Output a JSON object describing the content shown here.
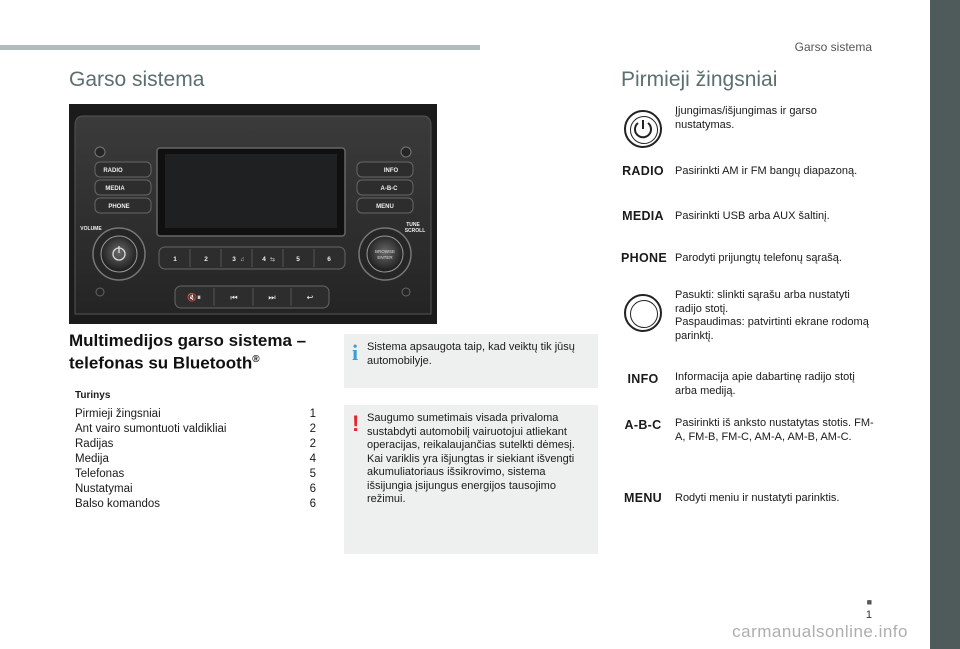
{
  "header": {
    "section": "Garso sistema"
  },
  "left": {
    "title": "Garso sistema",
    "photo": {
      "left_buttons": [
        "RADIO",
        "MEDIA",
        "PHONE"
      ],
      "right_buttons": [
        "INFO",
        "A-B-C",
        "MENU"
      ],
      "volume_label": "VOLUME",
      "tune_label_1": "TUNE",
      "tune_label_2": "SCROLL",
      "browse_label_1": "BROWSE",
      "browse_label_2": "ENTER",
      "presets": [
        "1",
        "2",
        "3",
        "4",
        "5",
        "6"
      ]
    },
    "multimedia_title": "Multimedijos garso sistema – telefonas su Bluetooth",
    "multimedia_reg": "®",
    "toc_heading": "Turinys",
    "toc": [
      {
        "label": "Pirmieji žingsniai",
        "page": "1"
      },
      {
        "label": "Ant vairo sumontuoti valdikliai",
        "page": "2"
      },
      {
        "label": "Radijas",
        "page": "2"
      },
      {
        "label": "Medija",
        "page": "4"
      },
      {
        "label": "Telefonas",
        "page": "5"
      },
      {
        "label": "Nustatymai",
        "page": "6"
      },
      {
        "label": "Balso komandos",
        "page": "6"
      }
    ],
    "info_text": "Sistema apsaugota taip, kad veiktų tik jūsų automobilyje.",
    "warning_text": "Saugumo sumetimais visada privaloma sustabdyti automobilį vairuotojui atliekant operacijas, reikalaujančias sutelkti dėmesį.\nKai variklis yra išjungtas ir siekiant išvengti akumuliatoriaus išsikrovimo, sistema išsijungia įsijungus energijos tausojimo režimui."
  },
  "right": {
    "title": "Pirmieji žingsniai",
    "controls": [
      {
        "symbol": "",
        "icon": "power-icon",
        "desc": "Įjungimas/išjungimas ir garso nustatymas."
      },
      {
        "symbol": "RADIO",
        "desc": "Pasirinkti AM ir FM bangų diapazoną."
      },
      {
        "symbol": "MEDIA",
        "desc": "Pasirinkti USB arba AUX šaltinį."
      },
      {
        "symbol": "PHONE",
        "desc": "Parodyti prijungtų telefonų sąrašą."
      },
      {
        "symbol": "",
        "icon": "rotary-knob-icon",
        "desc": "Pasukti: slinkti sąrašu arba nustatyti radijo stotį.\nPaspaudimas: patvirtinti ekrane rodomą parinktį."
      },
      {
        "symbol": "INFO",
        "desc": "Informacija apie dabartinę radijo stotį arba mediją."
      },
      {
        "symbol": "A-B-C",
        "desc": "Pasirinkti iš anksto nustatytas stotis. FM-A, FM-B, FM-C, AM-A, AM-B, AM-C."
      },
      {
        "symbol": "MENU",
        "desc": "Rodyti meniu ir nustatyti parinktis."
      }
    ]
  },
  "footer": {
    "continued": "■",
    "page": "1",
    "watermark": "carmanualsonline.info"
  },
  "colors": {
    "title": "#5c6e6e",
    "sidebar": "#4f5a5a",
    "box_bg": "#eef0f0",
    "info": "#36a0d6",
    "warning": "#e3262b"
  }
}
